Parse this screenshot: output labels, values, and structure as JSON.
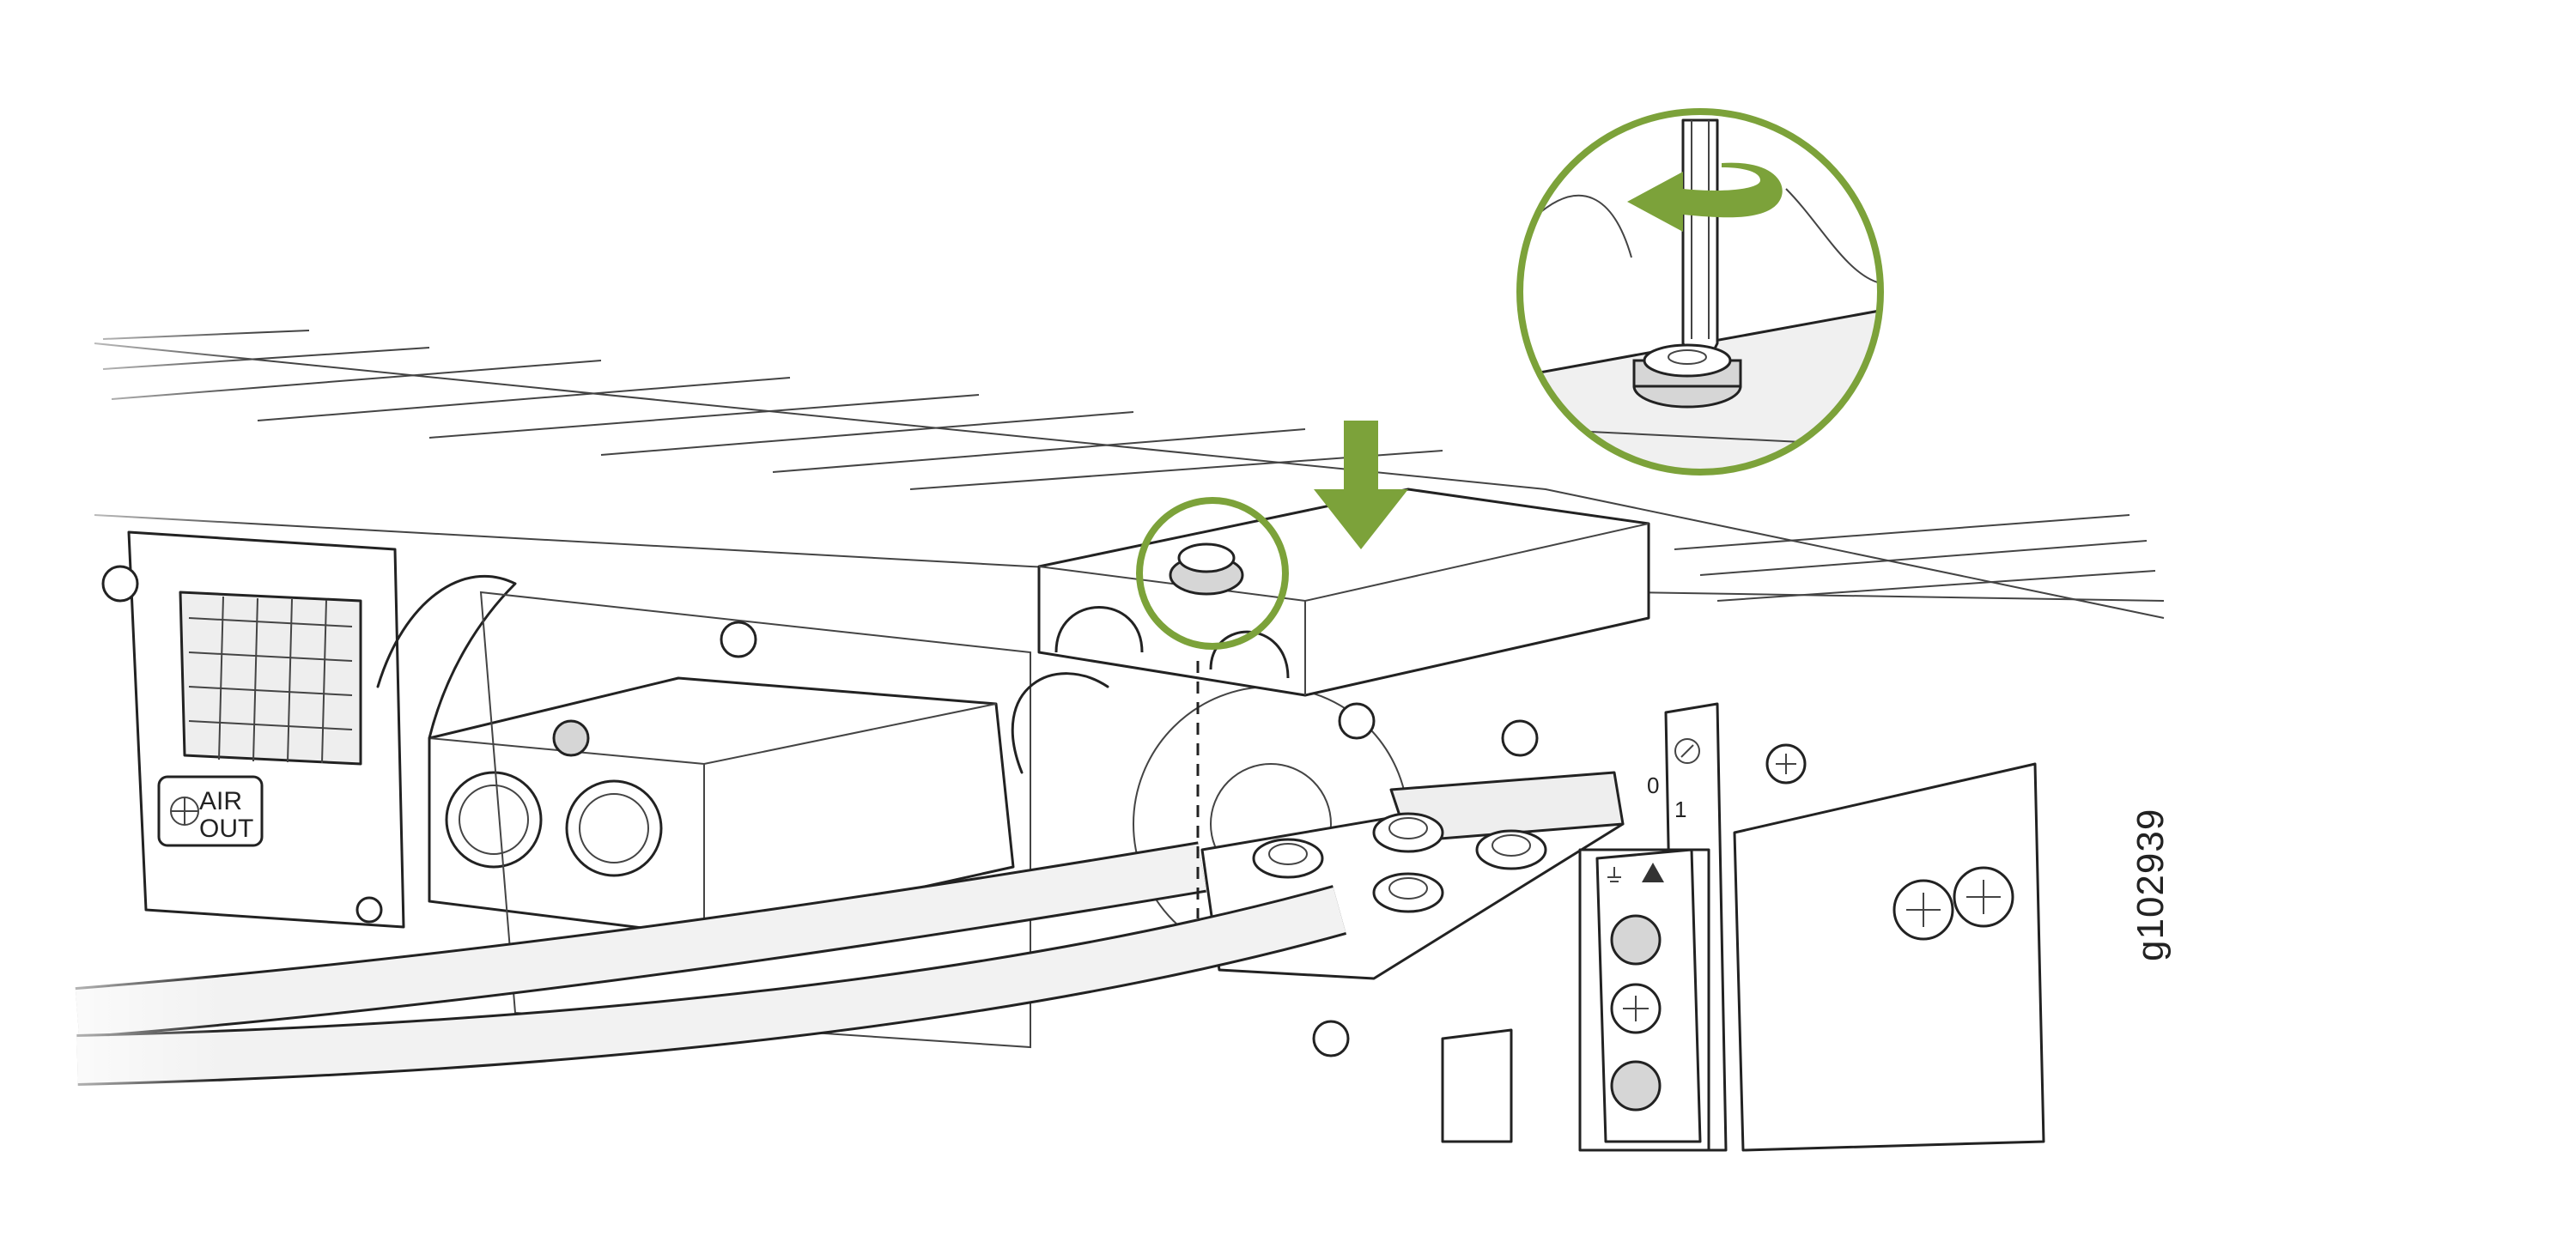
{
  "figure": {
    "id_label": "g102939",
    "fan_label_line1": "AIR",
    "fan_label_line2": "OUT",
    "switch_off_label": "0",
    "switch_on_label": "1",
    "icons": [
      "airflow-fan-icon",
      "power-switch-icon",
      "ground-icon",
      "esd-warning-icon",
      "rotate-arrow-icon",
      "down-arrow-icon"
    ],
    "accent_color": "#7ca23a"
  }
}
